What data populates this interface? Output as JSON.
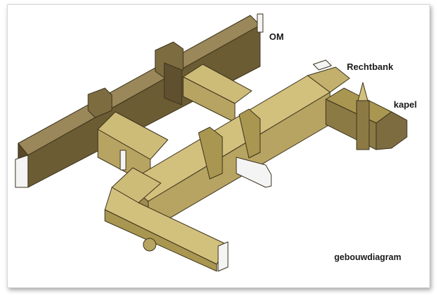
{
  "labels": {
    "om": "OM",
    "rechtbank": "Rechtbank",
    "kapel": "kapel",
    "diagram": "gebouwdiagram"
  },
  "colors": {
    "om_wing_top": "#8c7a4a",
    "om_wing_side": "#6b5c33",
    "court_top": "#cdbb78",
    "court_side": "#b7a462",
    "court_dark": "#9d8b4f",
    "outline": "#3b321b",
    "stub_white": "#f4f4f4"
  }
}
